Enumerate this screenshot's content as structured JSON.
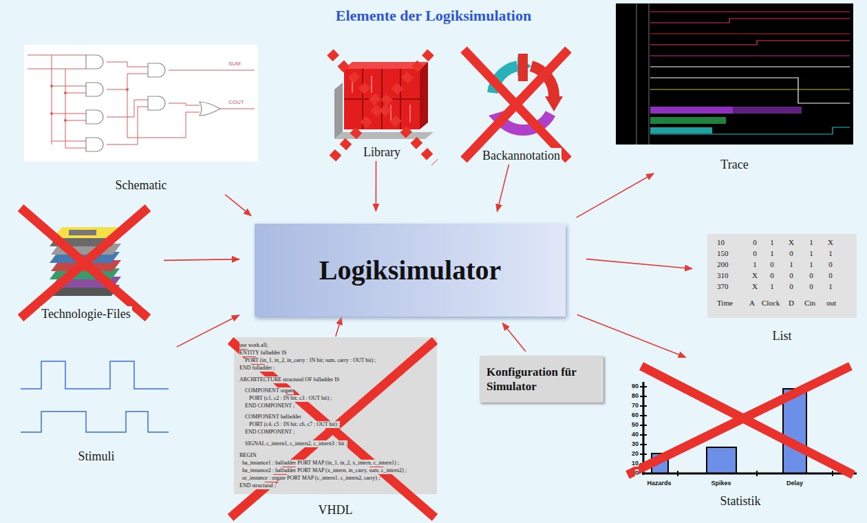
{
  "diagram": {
    "title": "Elemente der Logiksimulation",
    "nodes": [
      {
        "text": [
          "Schematic"
        ]
      },
      {
        "text": [
          "Library"
        ]
      },
      {
        "text": [
          "Backannotation"
        ]
      },
      {
        "text": [
          "Trace"
        ]
      },
      {
        "text": [
          "Technologie-Files"
        ]
      },
      {
        "text": [
          "Logiksimulator"
        ]
      },
      {
        "text": [
          "List"
        ]
      },
      {
        "text": [
          "Stimuli"
        ]
      },
      {
        "text": [
          "VHDL"
        ]
      },
      {
        "text": [
          "Konfiguration für Simulator"
        ]
      },
      {
        "text": [
          "Statistik"
        ]
      }
    ],
    "edges": [
      {
        "from": 0,
        "to": 5,
        "arrow": "to"
      },
      {
        "from": 1,
        "to": 5,
        "arrow": "to"
      },
      {
        "from": 2,
        "to": 5,
        "arrow": "to"
      },
      {
        "from": 4,
        "to": 5,
        "arrow": "to"
      },
      {
        "from": 7,
        "to": 5,
        "arrow": "to"
      },
      {
        "from": 8,
        "to": 5,
        "arrow": "to"
      },
      {
        "from": 9,
        "to": 5,
        "arrow": "to"
      },
      {
        "from": 5,
        "to": 3,
        "arrow": "to"
      },
      {
        "from": 5,
        "to": 6,
        "arrow": "to"
      },
      {
        "from": 5,
        "to": 10,
        "arrow": "to"
      }
    ],
    "labels": [
      "SUM",
      "COUT",
      "10",
      "0",
      "1",
      "X",
      "1",
      "X",
      "150",
      "0",
      "1",
      "0",
      "1",
      "1",
      "200",
      "1",
      "0",
      "1",
      "1",
      "0",
      "310",
      "X",
      "0",
      "0",
      "0",
      "0",
      "370",
      "X",
      "1",
      "0",
      "0",
      "1",
      "Time",
      "A",
      "Clock",
      "D",
      "Cin",
      "out",
      "use work.all;",
      "ENTITY fulladder IS",
      "PORT (in_1, in_2, in_carry : IN bit; sum, carry : OUT bit) ;",
      "END fulladder ;",
      "ARCHITECTURE structural OF fulladder IS",
      "COMPONENT orgate",
      "PORT (c1, c2 : IN bit; c3 : OUT bit) ;",
      "END COMPONENT ;",
      "COMPONENT halfadder",
      "PORT (c4, c5 : IN bit; c6, c7 : OUT bit) ;",
      "END COMPONENT ;",
      "SIGNAL c_intern1, c_intern2, c_intern3 : bit ;",
      "BEGIN",
      "ha_instance1 : halfadder PORT MAP (in_1, in_2, x_intern, c_intern1) ;",
      "ha_instance2 : halfadder PORT MAP (x_intern, in_carry, sum, c_intern2) ;",
      "or_instance : orgate PORT MAP (c_intern1, c_intern2, carry) ;",
      "END structural ;",
      "90",
      "80",
      "70",
      "60",
      "50",
      "40",
      "30",
      "20",
      "10",
      "0",
      "Hazards",
      "Spikes",
      "Delay"
    ]
  }
}
